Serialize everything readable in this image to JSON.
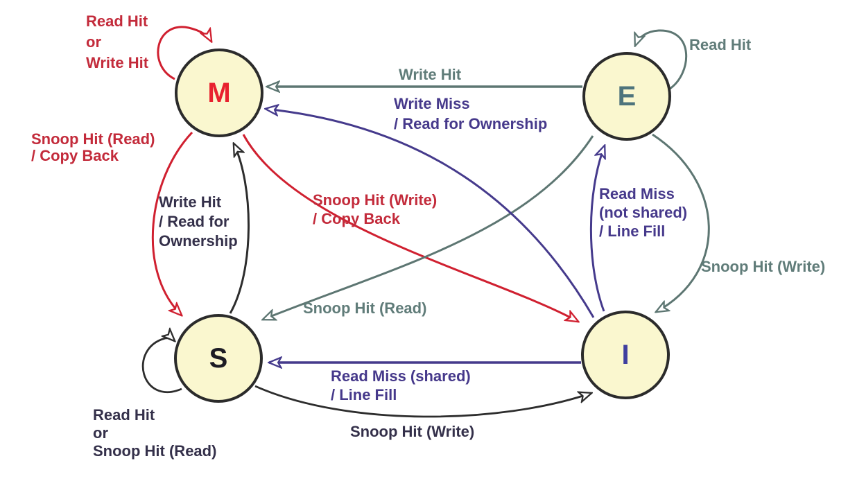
{
  "diagram": {
    "title": "MESI cache coherence protocol state diagram",
    "states": [
      {
        "id": "M",
        "letter": "M"
      },
      {
        "id": "E",
        "letter": "E"
      },
      {
        "id": "S",
        "letter": "S"
      },
      {
        "id": "I",
        "letter": "I"
      }
    ],
    "transitions": [
      {
        "id": "m-self-loop",
        "from": "M",
        "to": "M",
        "color": "red",
        "lines": [
          "Read Hit",
          "or",
          "Write Hit"
        ]
      },
      {
        "id": "e-self-loop",
        "from": "E",
        "to": "E",
        "color": "gray",
        "lines": [
          "Read Hit"
        ]
      },
      {
        "id": "e-to-m",
        "from": "E",
        "to": "M",
        "color": "gray",
        "lines": [
          "Write Hit"
        ]
      },
      {
        "id": "i-to-m",
        "from": "I",
        "to": "M",
        "color": "purple",
        "lines": [
          "Write Miss",
          "/ Read for Ownership"
        ]
      },
      {
        "id": "m-to-s",
        "from": "M",
        "to": "S",
        "color": "red",
        "lines": [
          "Snoop Hit (Read)",
          "/ Copy Back"
        ]
      },
      {
        "id": "s-to-m",
        "from": "S",
        "to": "M",
        "color": "black",
        "lines": [
          "Write Hit",
          "/ Read for",
          "Ownership"
        ]
      },
      {
        "id": "m-to-i",
        "from": "M",
        "to": "I",
        "color": "red",
        "lines": [
          "Snoop Hit (Write)",
          "/ Copy Back"
        ]
      },
      {
        "id": "e-to-s",
        "from": "E",
        "to": "S",
        "color": "gray",
        "lines": [
          "Snoop Hit (Read)"
        ]
      },
      {
        "id": "i-to-e",
        "from": "I",
        "to": "E",
        "color": "purple",
        "lines": [
          "Read Miss",
          "(not shared)",
          "/ Line Fill"
        ]
      },
      {
        "id": "e-to-i",
        "from": "E",
        "to": "I",
        "color": "gray",
        "lines": [
          "Snoop Hit (Write)"
        ]
      },
      {
        "id": "i-to-s",
        "from": "I",
        "to": "S",
        "color": "purple",
        "lines": [
          "Read Miss (shared)",
          "/ Line Fill"
        ]
      },
      {
        "id": "s-to-i",
        "from": "S",
        "to": "I",
        "color": "black",
        "lines": [
          "Snoop Hit (Write)"
        ]
      },
      {
        "id": "s-self-loop",
        "from": "S",
        "to": "S",
        "color": "black",
        "lines": [
          "Read Hit",
          "or",
          "Snoop Hit (Read)"
        ]
      }
    ],
    "colors": {
      "red_arrow": "#d02030",
      "red_text": "#c32b3b",
      "gray_arrow": "#5d7672",
      "gray_text": "#607c79",
      "purple_arrow": "#453a8c",
      "purple_text": "#46398b",
      "black_arrow": "#2d2d2d",
      "black_text": "#34304a",
      "state_fill": "#faf7cf",
      "state_border": "#2b2b2b",
      "letter_m": "#e8212e",
      "letter_e": "#4e747c",
      "letter_s": "#1c1b24",
      "letter_i": "#3f3f9f"
    }
  }
}
